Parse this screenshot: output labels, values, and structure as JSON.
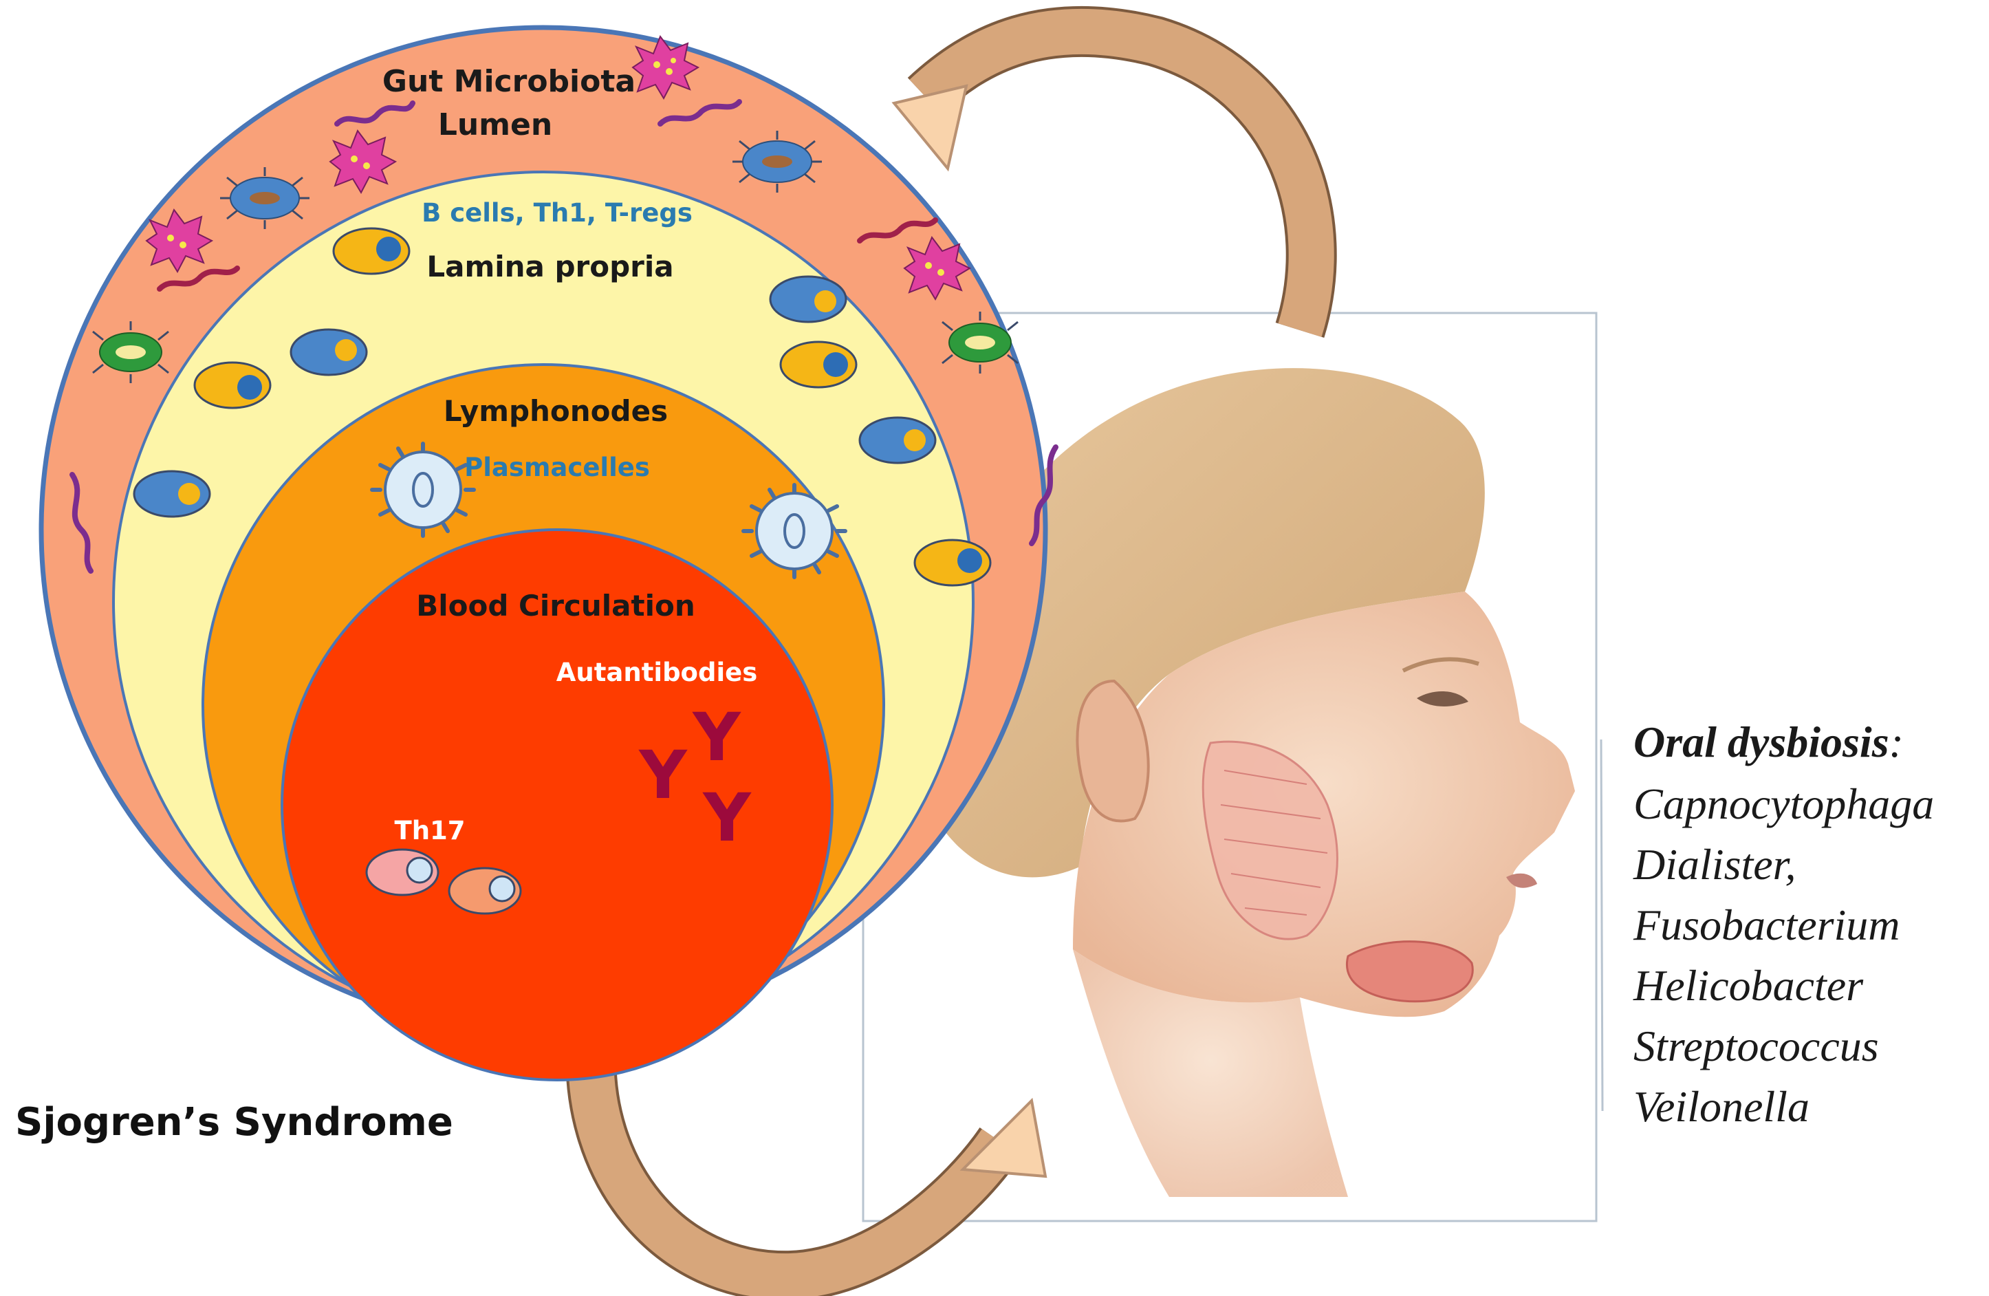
{
  "diagram": {
    "layers": {
      "gut_microbiota": "Gut Microbiota",
      "lumen": "Lumen",
      "cells": "B cells, Th1, T-regs",
      "lamina_propria": "Lamina propria",
      "lymphonodes": "Lymphonodes",
      "plasmacelles": "Plasmacelles",
      "blood_circulation": "Blood Circulation",
      "autoantibodies": "Autantibodies",
      "th17": "Th17"
    },
    "caption": "Sjogren’s Syndrome",
    "oral": {
      "heading": "Oral dysbiosis",
      "heading_colon": ":",
      "items": [
        "Capnocytophaga",
        "Dialister,",
        "Fusobacterium",
        "Helicobacter",
        "Streptococcus",
        "Veilonella"
      ]
    },
    "colors": {
      "outer_ring": "#f9a179",
      "lamina": "#fdf5a8",
      "lymph": "#f99a0e",
      "blood": "#fe3c00",
      "ring_edge": "#4a76b6",
      "arrow": "#d7a67b",
      "b_cell": "#4a86c9",
      "t_cell": "#f5b616",
      "antibody": "#9c0a3c"
    }
  }
}
